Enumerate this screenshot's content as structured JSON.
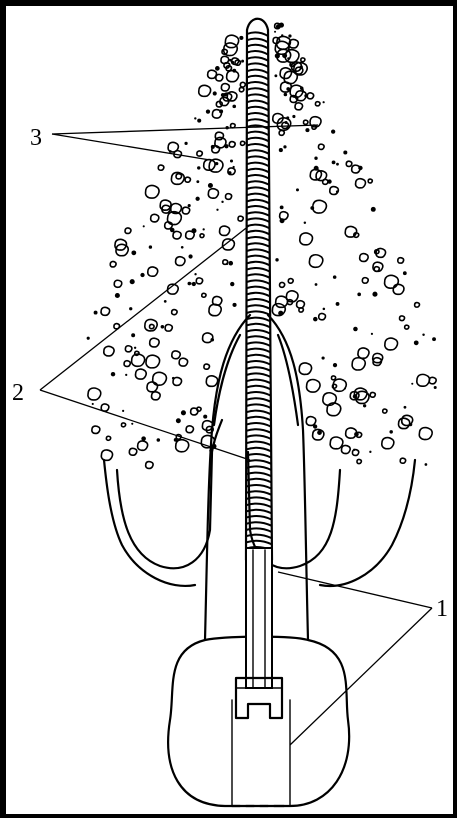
{
  "figure": {
    "labels": {
      "label_1": "1",
      "label_2": "2",
      "label_3": "3"
    },
    "colors": {
      "background": "#000000",
      "paper": "#ffffff",
      "ink": "#000000"
    }
  }
}
